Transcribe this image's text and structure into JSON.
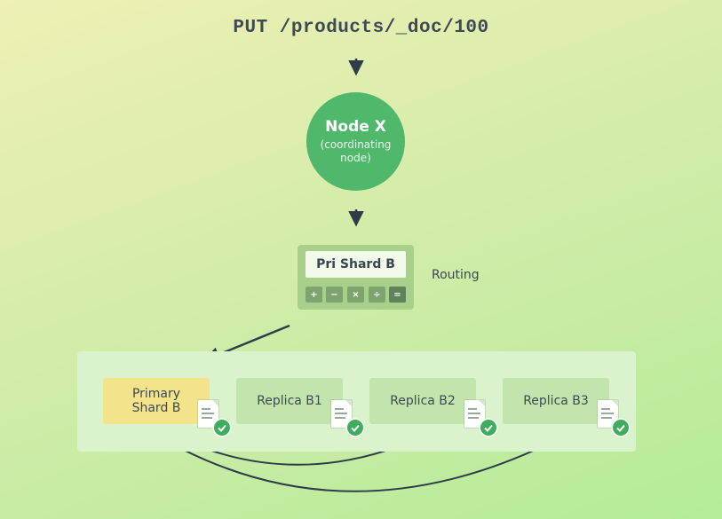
{
  "request": {
    "text": "PUT /products/_doc/100"
  },
  "node": {
    "title": "Node X",
    "subtitle_line1": "(coordinating",
    "subtitle_line2": "node)"
  },
  "routing": {
    "screen": "Pri Shard B",
    "keys": [
      "+",
      "−",
      "×",
      "÷",
      "="
    ],
    "label": "Routing"
  },
  "shards": [
    {
      "line1": "Primary",
      "line2": "Shard B",
      "role": "primary"
    },
    {
      "line1": "Replica B1",
      "line2": "",
      "role": "replica"
    },
    {
      "line1": "Replica B2",
      "line2": "",
      "role": "replica"
    },
    {
      "line1": "Replica B3",
      "line2": "",
      "role": "replica"
    }
  ],
  "colors": {
    "node": "#4fb86a",
    "primary_shard": "#f3e38a",
    "replica_shard": "#c1e5ad",
    "arrow": "#2f3c4a",
    "check": "#3fae5c"
  },
  "icons": [
    "arrow-down-icon",
    "document-icon",
    "checkmark-icon",
    "calculator-icon"
  ]
}
